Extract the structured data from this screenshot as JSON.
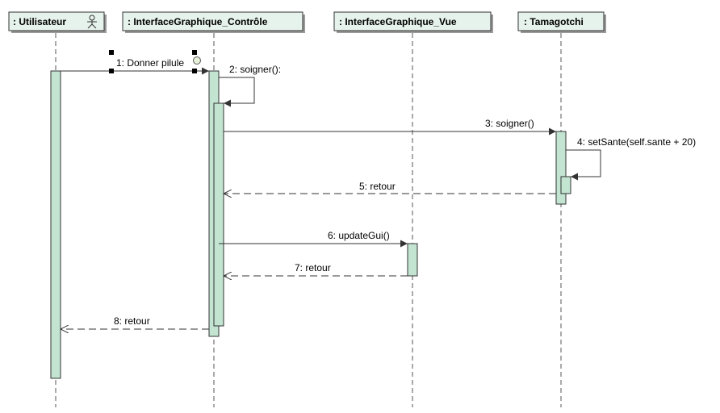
{
  "diagram": {
    "type": "sequence",
    "colors": {
      "header_fill": "#e6f2ec",
      "activation_fill": "#c2e4d1",
      "line": "#333333",
      "shadow": "#9a9a9a"
    },
    "lifelines": [
      {
        "id": "utilisateur",
        "label": ": Utilisateur",
        "icon": "actor-icon"
      },
      {
        "id": "controle",
        "label": ": InterfaceGraphique_Contrôle"
      },
      {
        "id": "vue",
        "label": ": InterfaceGraphique_Vue"
      },
      {
        "id": "tamagotchi",
        "label": ": Tamagotchi"
      }
    ],
    "messages": [
      {
        "label": "1: Donner pilule",
        "from": "utilisateur",
        "to": "controle",
        "kind": "sync"
      },
      {
        "label": "2: soigner():",
        "from": "controle",
        "to": "controle",
        "kind": "self"
      },
      {
        "label": "3: soigner()",
        "from": "controle",
        "to": "tamagotchi",
        "kind": "sync"
      },
      {
        "label": "4: setSante(self.sante + 20)",
        "from": "tamagotchi",
        "to": "tamagotchi",
        "kind": "self"
      },
      {
        "label": "5: retour",
        "from": "tamagotchi",
        "to": "controle",
        "kind": "return"
      },
      {
        "label": "6: updateGui()",
        "from": "controle",
        "to": "vue",
        "kind": "sync"
      },
      {
        "label": "7: retour",
        "from": "vue",
        "to": "controle",
        "kind": "return"
      },
      {
        "label": "8: retour",
        "from": "controle",
        "to": "utilisateur",
        "kind": "return"
      }
    ]
  }
}
